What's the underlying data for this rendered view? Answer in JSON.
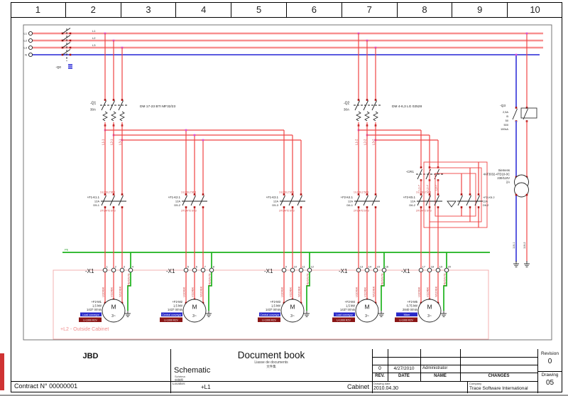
{
  "ruler": {
    "columns": [
      "1",
      "2",
      "3",
      "4",
      "5",
      "6",
      "7",
      "8",
      "9",
      "10"
    ]
  },
  "supply": {
    "left_labels": [
      "L1",
      "L2",
      "L3",
      "N"
    ],
    "repeat_labels": [
      "L1",
      "L2",
      "L3"
    ],
    "switch_tag": "-Q0"
  },
  "pe_label": "PE",
  "outside_label": "+L2 - Outside Cabinet",
  "symbols": {
    "motor_letter": "M",
    "motor_phase": "3~"
  },
  "contactor_marks": {
    "top": "1/L1 3/L2 5/L3",
    "bottom": "2/T1 4/T2 6/T3"
  },
  "breakers": {
    "q1": {
      "tag": "-Q1",
      "rating": "30A",
      "ref": "DM 17-23 BTI MF32/23",
      "wires": [
        "L1-1",
        "L2-1",
        "L3-1"
      ]
    },
    "q2": {
      "tag": "-Q2",
      "rating": "30A",
      "ref": "DM 4-6,3 LG 02528",
      "wires": [
        "L1-2",
        "L2-2",
        "L3-2"
      ]
    },
    "q3": {
      "tag": "-Q3",
      "lines": [
        "2,5A",
        "B",
        "50",
        "500",
        "100kA"
      ]
    }
  },
  "star_delta": {
    "tag": "-CR1",
    "wires": [
      "L1-7",
      "L2-7",
      "L3-7"
    ],
    "k2_tag": "+F2-K5.2",
    "k2_rating": "12A",
    "k2_ref": "D6-2"
  },
  "transformer": {
    "lines": [
      "Siemens",
      "4AT3032-4TD10-0C",
      "230/110V",
      "2A"
    ],
    "sec_wires": [
      "110-1",
      "110-2"
    ]
  },
  "branches": [
    {
      "x1": "-X1",
      "terminals": [
        "1",
        "2",
        "3",
        "4"
      ],
      "contactor": {
        "tag": "+F1-K1.1",
        "rating": "12A",
        "ref": "D5-1"
      },
      "wires": [
        "U1D/BK",
        "V1D/BK",
        "W1D/BK",
        "PE/GNYE"
      ],
      "motor": {
        "tag": "+F2-M1",
        "kw": "1,5 kW",
        "rpm": "1437 tr/min",
        "desc": "Load conveyor",
        "cable": "U-1000 R2V"
      }
    },
    {
      "x1": "-X1",
      "terminals": [
        "5",
        "6",
        "7",
        "8"
      ],
      "contactor": {
        "tag": "+F1-K2.1",
        "rating": "12A",
        "ref": "D5-2"
      },
      "wires": [
        "U1D/BK",
        "V1D/BK",
        "W1D/BK",
        "PE/GNYE"
      ],
      "motor": {
        "tag": "+F2-M2",
        "kw": "1,5 kW",
        "rpm": "1437 tr/min",
        "desc": "Central conveyor",
        "cable": "U-1000 R2V"
      }
    },
    {
      "x1": "-X1",
      "terminals": [
        "9",
        "10",
        "11",
        "12"
      ],
      "contactor": {
        "tag": "+F1-K3.1",
        "rating": "12A",
        "ref": "D5-3"
      },
      "wires": [
        "U1D/BK",
        "V1D/BK",
        "W1D/BK",
        "PE/GNYE"
      ],
      "motor": {
        "tag": "+F2-M3",
        "kw": "1,5 kW",
        "rpm": "1437 tr/min",
        "desc": "Central conveyor",
        "cable": "U-1000 R2V"
      }
    },
    {
      "x1": "-X1",
      "terminals": [
        "13",
        "14",
        "15",
        "16"
      ],
      "contactor": {
        "tag": "+F2-K4.1",
        "rating": "12A",
        "ref": "D6-1"
      },
      "wires": [
        "U1D/BK",
        "V1D/BK",
        "W1D/BK",
        "PE/GNYE"
      ],
      "motor": {
        "tag": "+F2-M4",
        "kw": "1,5 kW",
        "rpm": "1437 tr/min",
        "desc": "Load conveyor",
        "cable": "U-1000 R2V"
      }
    },
    {
      "x1": "-X1",
      "terminals": [
        "17",
        "18",
        "19",
        "20"
      ],
      "contactor": {
        "tag": "+F2-K5.1",
        "rating": "12A",
        "ref": "D6-2"
      },
      "wires": [
        "U1D/BK",
        "V1D/BK",
        "W1D/BK",
        "PE/GNYE"
      ],
      "motor": {
        "tag": "+F2-M5",
        "kw": "0,75 kW",
        "rpm": "2840 tr/min",
        "desc": "Mixer",
        "cable": "U-1000 R2V"
      }
    }
  ],
  "title_block": {
    "company_left": "JBD",
    "contract": "Contract N° 00000001",
    "doc_title": "Document book",
    "doc_sub1": "Liasse de documents",
    "doc_sub2": "文件集",
    "schematic": "Schematic",
    "schematic_sub1": "Schéma",
    "schematic_sub2": "电路图",
    "location_label": "Location:",
    "location_value": "+L1",
    "cabinet": "Cabinet",
    "rev_headers": [
      "REV.",
      "DATE",
      "NAME",
      "CHANGES"
    ],
    "rev_entry": {
      "rev": "0",
      "date": "4/27/2010",
      "name": "Administrator"
    },
    "drawing_date_label": "Drawing date",
    "drawing_date": "2010.04.30",
    "company_label": "Company",
    "company": "Trace Software International",
    "revision_label": "Revision",
    "revision": "0",
    "drawing_label": "Drawing",
    "drawing_no": "05"
  }
}
